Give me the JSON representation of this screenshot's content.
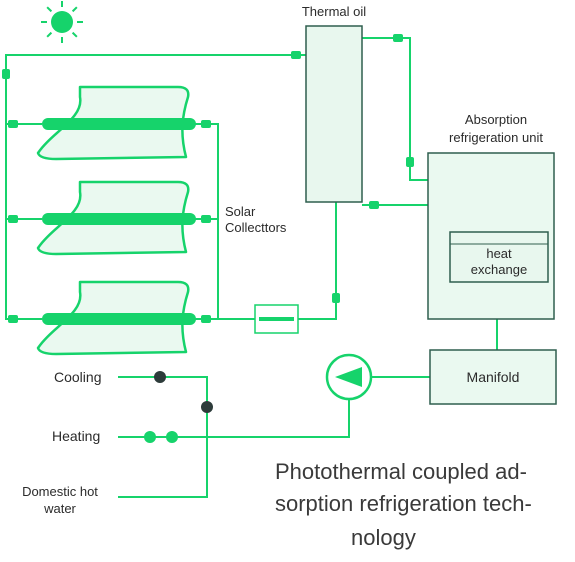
{
  "colors": {
    "green": "#16d36b",
    "green_dark": "#0fbf5c",
    "box_stroke": "#2f5f4f",
    "box_fill": "#e8f7ee",
    "panel_fill": "#eaf9f0",
    "sun_color": "#16d36b",
    "dark_node": "#2d3b3a"
  },
  "labels": {
    "thermal_oil": "Thermal oil",
    "absorption_line1": "Absorption",
    "absorption_line2": "refrigeration unit",
    "heat_line1": "heat",
    "heat_line2": "exchange",
    "solar_line1": "Solar",
    "solar_line2": "Collecttors",
    "manifold": "Manifold",
    "cooling": "Cooling",
    "heating": "Heating",
    "domestic_line1": "Domestic hot",
    "domestic_line2": "water",
    "caption_line1": "Photothermal coupled ad-",
    "caption_line2": "sorption refrigeration tech-",
    "caption_line3": "nology"
  },
  "icons": {
    "sun": "sun-icon",
    "pump": "pump-icon",
    "solar_collector": "solar-collector-icon",
    "filter": "filter-icon",
    "valve": "valve-icon"
  }
}
